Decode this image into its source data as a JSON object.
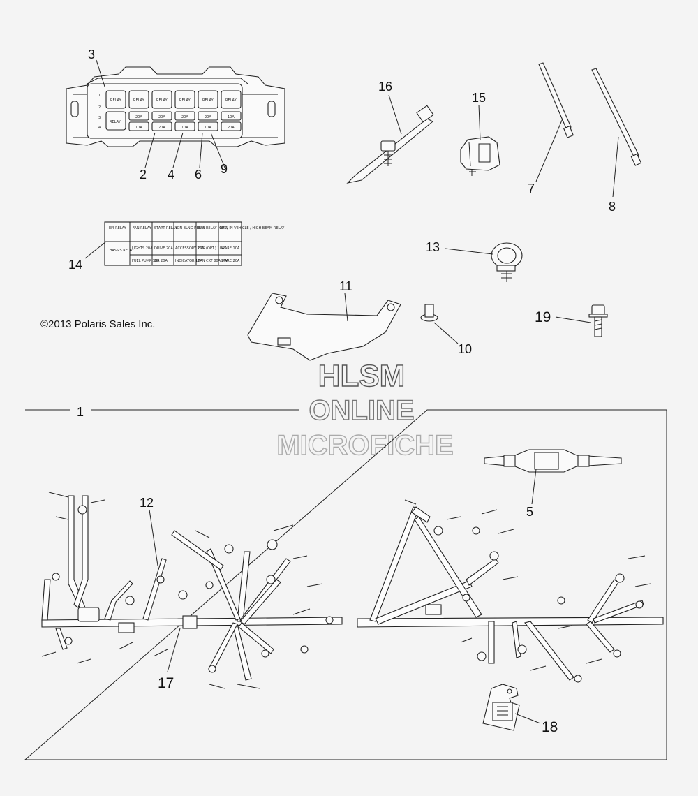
{
  "copyright": "©2013 Polaris Sales Inc.",
  "watermark": {
    "line1": "HLSM",
    "line2": "ONLINE",
    "line3": "MICROFICHE"
  },
  "callouts": [
    "1",
    "2",
    "3",
    "4",
    "5",
    "6",
    "7",
    "8",
    "9",
    "10",
    "11",
    "12",
    "13",
    "14",
    "15",
    "16",
    "17",
    "18",
    "19"
  ],
  "fuse_box": {
    "row_numbers": [
      "1",
      "2",
      "3",
      "4"
    ],
    "top_row": [
      "RELAY",
      "RELAY",
      "RELAY",
      "RELAY",
      "RELAY",
      "RELAY"
    ],
    "row3": [
      "RELAY",
      "20A",
      "20A",
      "20A",
      "20A",
      "10A"
    ],
    "row4": [
      "",
      "10A",
      "20A",
      "10A",
      "10A",
      "20A"
    ]
  },
  "decal_14": {
    "cells": [
      [
        "EFI RELAY",
        "FAN RELAY",
        "START RELAY",
        "IGN BLNG RELAY",
        "EPS RELAY (OPT.)",
        "NEW IN VEHICLE / HIGH BEAM RELAY"
      ],
      [
        "CHASSIS RELAY",
        "LIGHTS 20A",
        "DRIVE 20A",
        "ACCESSORY 20A",
        "EPS (OPT.) 10A",
        "SPARE 10A"
      ],
      [
        "",
        "FUEL PUMP 10A",
        "EFI 20A",
        "INDICATOR 10A",
        "FAN CKT 80A 10A",
        "SPARE 20A"
      ]
    ]
  }
}
